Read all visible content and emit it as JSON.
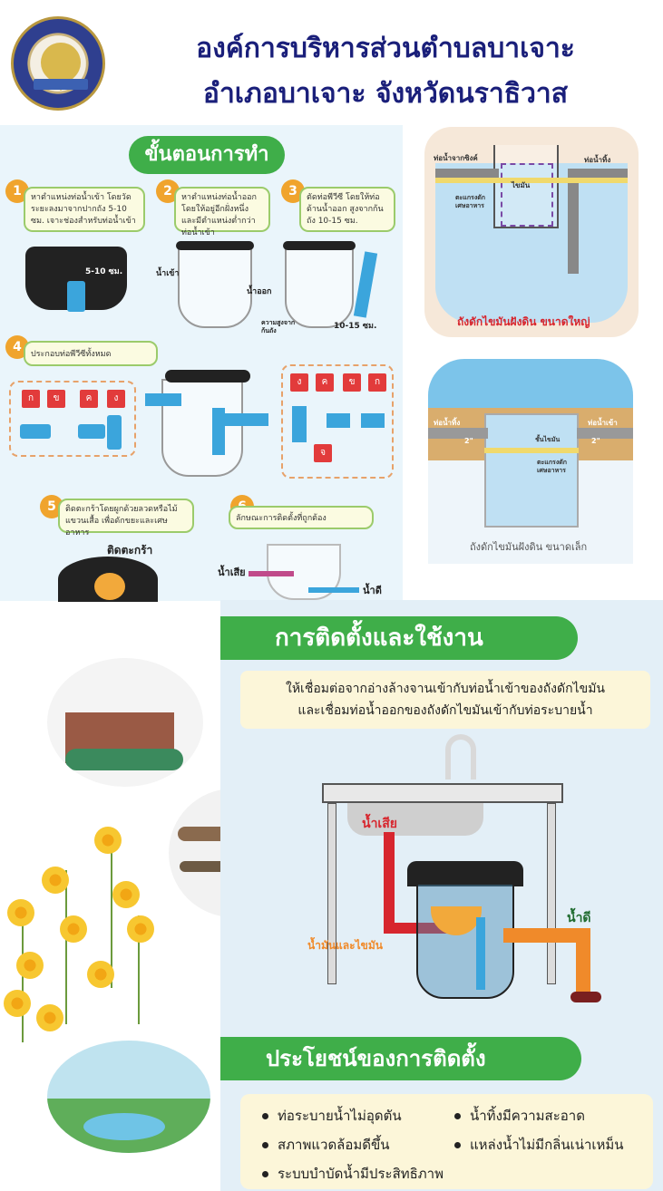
{
  "header": {
    "title_line1": "องค์การบริหารส่วนตำบลบาเจาะ",
    "title_line2": "อำเภอบาเจาะ จังหวัดนราธิวาส"
  },
  "steps": {
    "title": "ขั้นตอนการทำ",
    "items": [
      {
        "num": "1",
        "text": "หาตำแหน่งท่อน้ำเข้า โดยวัดระยะลงมาจากปากถัง 5-10 ซม. เจาะช่องสำหรับท่อน้ำเข้า"
      },
      {
        "num": "2",
        "text": "หาตำแหน่งท่อน้ำออก โดยให้อยู่อีกฝั่งหนึ่งและมีตำแหน่งต่ำกว่าท่อน้ำเข้า"
      },
      {
        "num": "3",
        "text": "ตัดท่อพีวีซี โดยให้ท่อด้านน้ำออก สูงจากก้นถัง 10-15 ซม."
      },
      {
        "num": "4",
        "text": "ประกอบท่อพีวีซีทั้งหมด"
      },
      {
        "num": "5",
        "text": "ติดตะกร้าโดยผูกด้วยลวดหรือไม้แขวนเสื้อ เพื่อดักขยะและเศษอาหาร"
      },
      {
        "num": "6",
        "text": "ลักษณะการติดตั้งที่ถูกต้อง"
      }
    ],
    "label_5_10": "5-10 ซม.",
    "label_inlet": "น้ำเข้า",
    "label_outlet": "น้ำออก",
    "label_10_15": "10-15 ซม.",
    "label_height": "ความสูงจากก้นถัง",
    "cards_left": [
      "ก",
      "ข",
      "ค",
      "ง"
    ],
    "cards_right": [
      "ง",
      "ค",
      "ข",
      "ก"
    ],
    "card_bottom": "จ",
    "label_basket": "ติดตะกร้า",
    "label_waste": "น้ำเสีย",
    "label_good": "น้ำดี"
  },
  "diagram_large": {
    "label_inlet": "ท่อน้ำจากซิงค์",
    "label_outlet": "ท่อน้ำทิ้ง",
    "label_fat": "ไขมัน",
    "label_basket": "ตะแกรงดักเศษอาหาร",
    "caption": "ถังดักไขมันฝังดิน ขนาดใหญ่"
  },
  "diagram_small": {
    "label_outlet": "ท่อน้ำทิ้ง",
    "label_inlet": "ท่อน้ำเข้า",
    "label_size": "2\"",
    "label_fat": "ชั้นไขมัน",
    "label_basket": "ตะแกรงดักเศษอาหาร",
    "caption": "ถังดักไขมันฝังดิน ขนาดเล็ก"
  },
  "install": {
    "title": "การติดตั้งและใช้งาน",
    "text_line1": "ให้เชื่อมต่อจากอ่างล้างจานเข้ากับท่อน้ำเข้าของถังดักไขมัน",
    "text_line2": "และเชื่อมท่อน้ำออกของถังดักไขมันเข้ากับท่อระบายน้ำ",
    "label_waste": "น้ำเสีย",
    "label_oil": "น้ำมันและไขมัน",
    "label_good": "น้ำดี"
  },
  "benefits": {
    "title": "ประโยชน์ของการติดตั้ง",
    "items": [
      "ท่อระบายน้ำไม่อุดตัน",
      "น้ำทิ้งมีความสะอาด",
      "สภาพแวดล้อมดีขึ้น",
      "แหล่งน้ำไม่มีกลิ่นเน่าเหม็น",
      "ระบบบำบัดน้ำมีประสิทธิภาพ"
    ]
  },
  "colors": {
    "title_blue": "#1a1f7a",
    "green": "#3fae49",
    "pipe_blue": "#3ba5dc",
    "caption_red": "#d7262e"
  }
}
